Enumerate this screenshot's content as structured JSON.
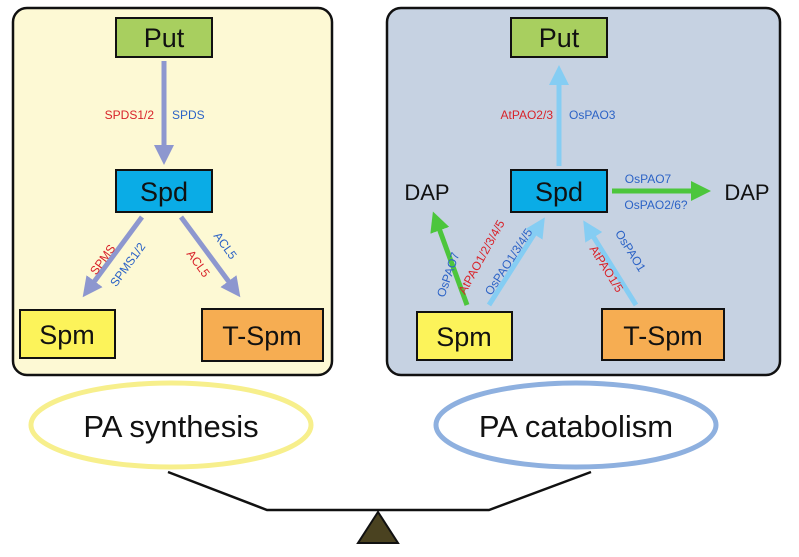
{
  "colors": {
    "synthesis_panel_bg": "#fdf9d4",
    "catabolism_panel_bg": "#c6d2e2",
    "panel_border": "#111111",
    "put_fill": "#a8cf5f",
    "spd_fill": "#0aace6",
    "spm_fill": "#fcf35a",
    "tspm_fill": "#f6ad52",
    "synthesis_arrow": "#8d97cf",
    "catabolism_arrow": "#85cdf3",
    "dap_arrow": "#4cc63c",
    "arabidopsis_red": "#d8232a",
    "rice_blue": "#2c63c6",
    "synthesis_ellipse": "#f7ef8c",
    "catabolism_ellipse": "#8eb0df",
    "fulcrum": "#4a4220"
  },
  "synthesis_panel": {
    "nodes": {
      "put": "Put",
      "spd": "Spd",
      "spm": "Spm",
      "tspm": "T-Spm"
    },
    "arrows": [
      {
        "from": "Put",
        "to": "Spd",
        "labels": [
          {
            "text": "SPDS1/2",
            "species": "arabidopsis"
          },
          {
            "text": "SPDS",
            "species": "rice"
          }
        ]
      },
      {
        "from": "Spd",
        "to": "Spm",
        "labels": [
          {
            "text": "SPMS",
            "species": "arabidopsis"
          },
          {
            "text": "SPMS1/2",
            "species": "rice"
          }
        ]
      },
      {
        "from": "Spd",
        "to": "T-Spm",
        "labels": [
          {
            "text": "ACL5",
            "species": "arabidopsis"
          },
          {
            "text": "ACL5",
            "species": "rice"
          }
        ]
      }
    ],
    "label": "PA synthesis"
  },
  "catabolism_panel": {
    "nodes": {
      "put": "Put",
      "spd": "Spd",
      "spm": "Spm",
      "tspm": "T-Spm",
      "dap_left": "DAP",
      "dap_right": "DAP"
    },
    "arrows": [
      {
        "from": "Spd",
        "to": "Put",
        "labels": [
          {
            "text": "AtPAO2/3",
            "species": "arabidopsis"
          },
          {
            "text": "OsPAO3",
            "species": "rice"
          }
        ]
      },
      {
        "from": "Spd",
        "to": "DAP",
        "labels": [
          {
            "text": "OsPAO7",
            "species": "rice"
          },
          {
            "text": "OsPAO2/6?",
            "species": "rice"
          }
        ]
      },
      {
        "from": "Spm",
        "to": "DAP",
        "labels": [
          {
            "text": "OsPAO7",
            "species": "rice"
          }
        ]
      },
      {
        "from": "Spm",
        "to": "Spd",
        "labels": [
          {
            "text": "AtPAO1/2/3/4/5",
            "species": "arabidopsis"
          },
          {
            "text": "OsPAO1/3/4/5",
            "species": "rice"
          }
        ]
      },
      {
        "from": "T-Spm",
        "to": "Spd",
        "labels": [
          {
            "text": "AtPAO1/5",
            "species": "arabidopsis"
          },
          {
            "text": "OsPAO1",
            "species": "rice"
          }
        ]
      }
    ],
    "label": "PA catabolism"
  }
}
